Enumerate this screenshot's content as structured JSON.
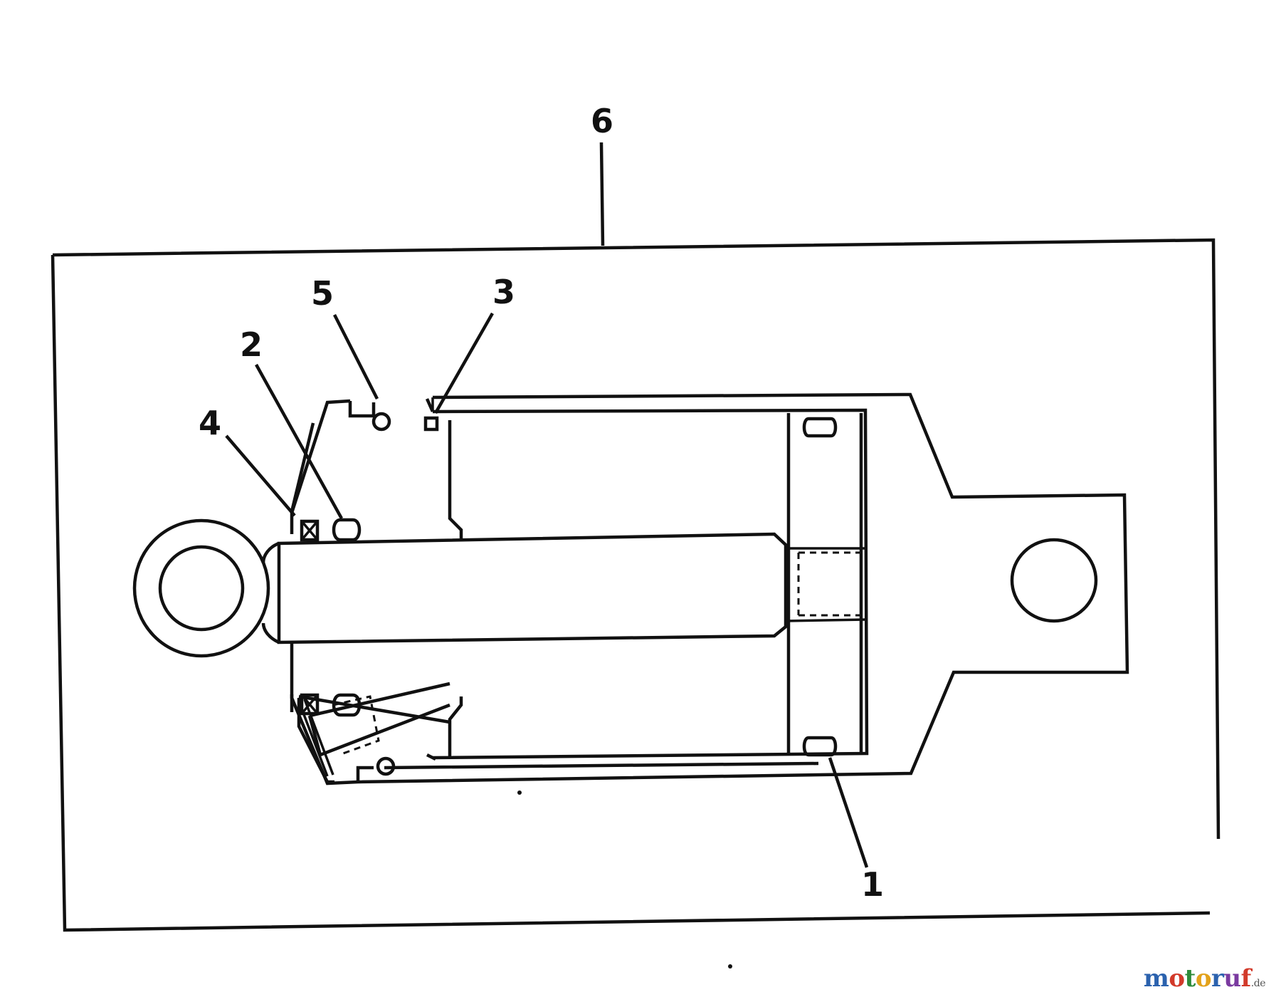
{
  "callouts": {
    "c1": "1",
    "c2": "2",
    "c3": "3",
    "c4": "4",
    "c5": "5",
    "c6": "6"
  },
  "watermark": {
    "text": "motoruf",
    "suffix": ".de",
    "colors": [
      "#2b62ae",
      "#d23a2a",
      "#2e8b3a",
      "#e3a21a",
      "#2b62ae",
      "#7a3aa0",
      "#d23a2a"
    ]
  },
  "colors": {
    "line": "#111111",
    "background": "#ffffff"
  }
}
